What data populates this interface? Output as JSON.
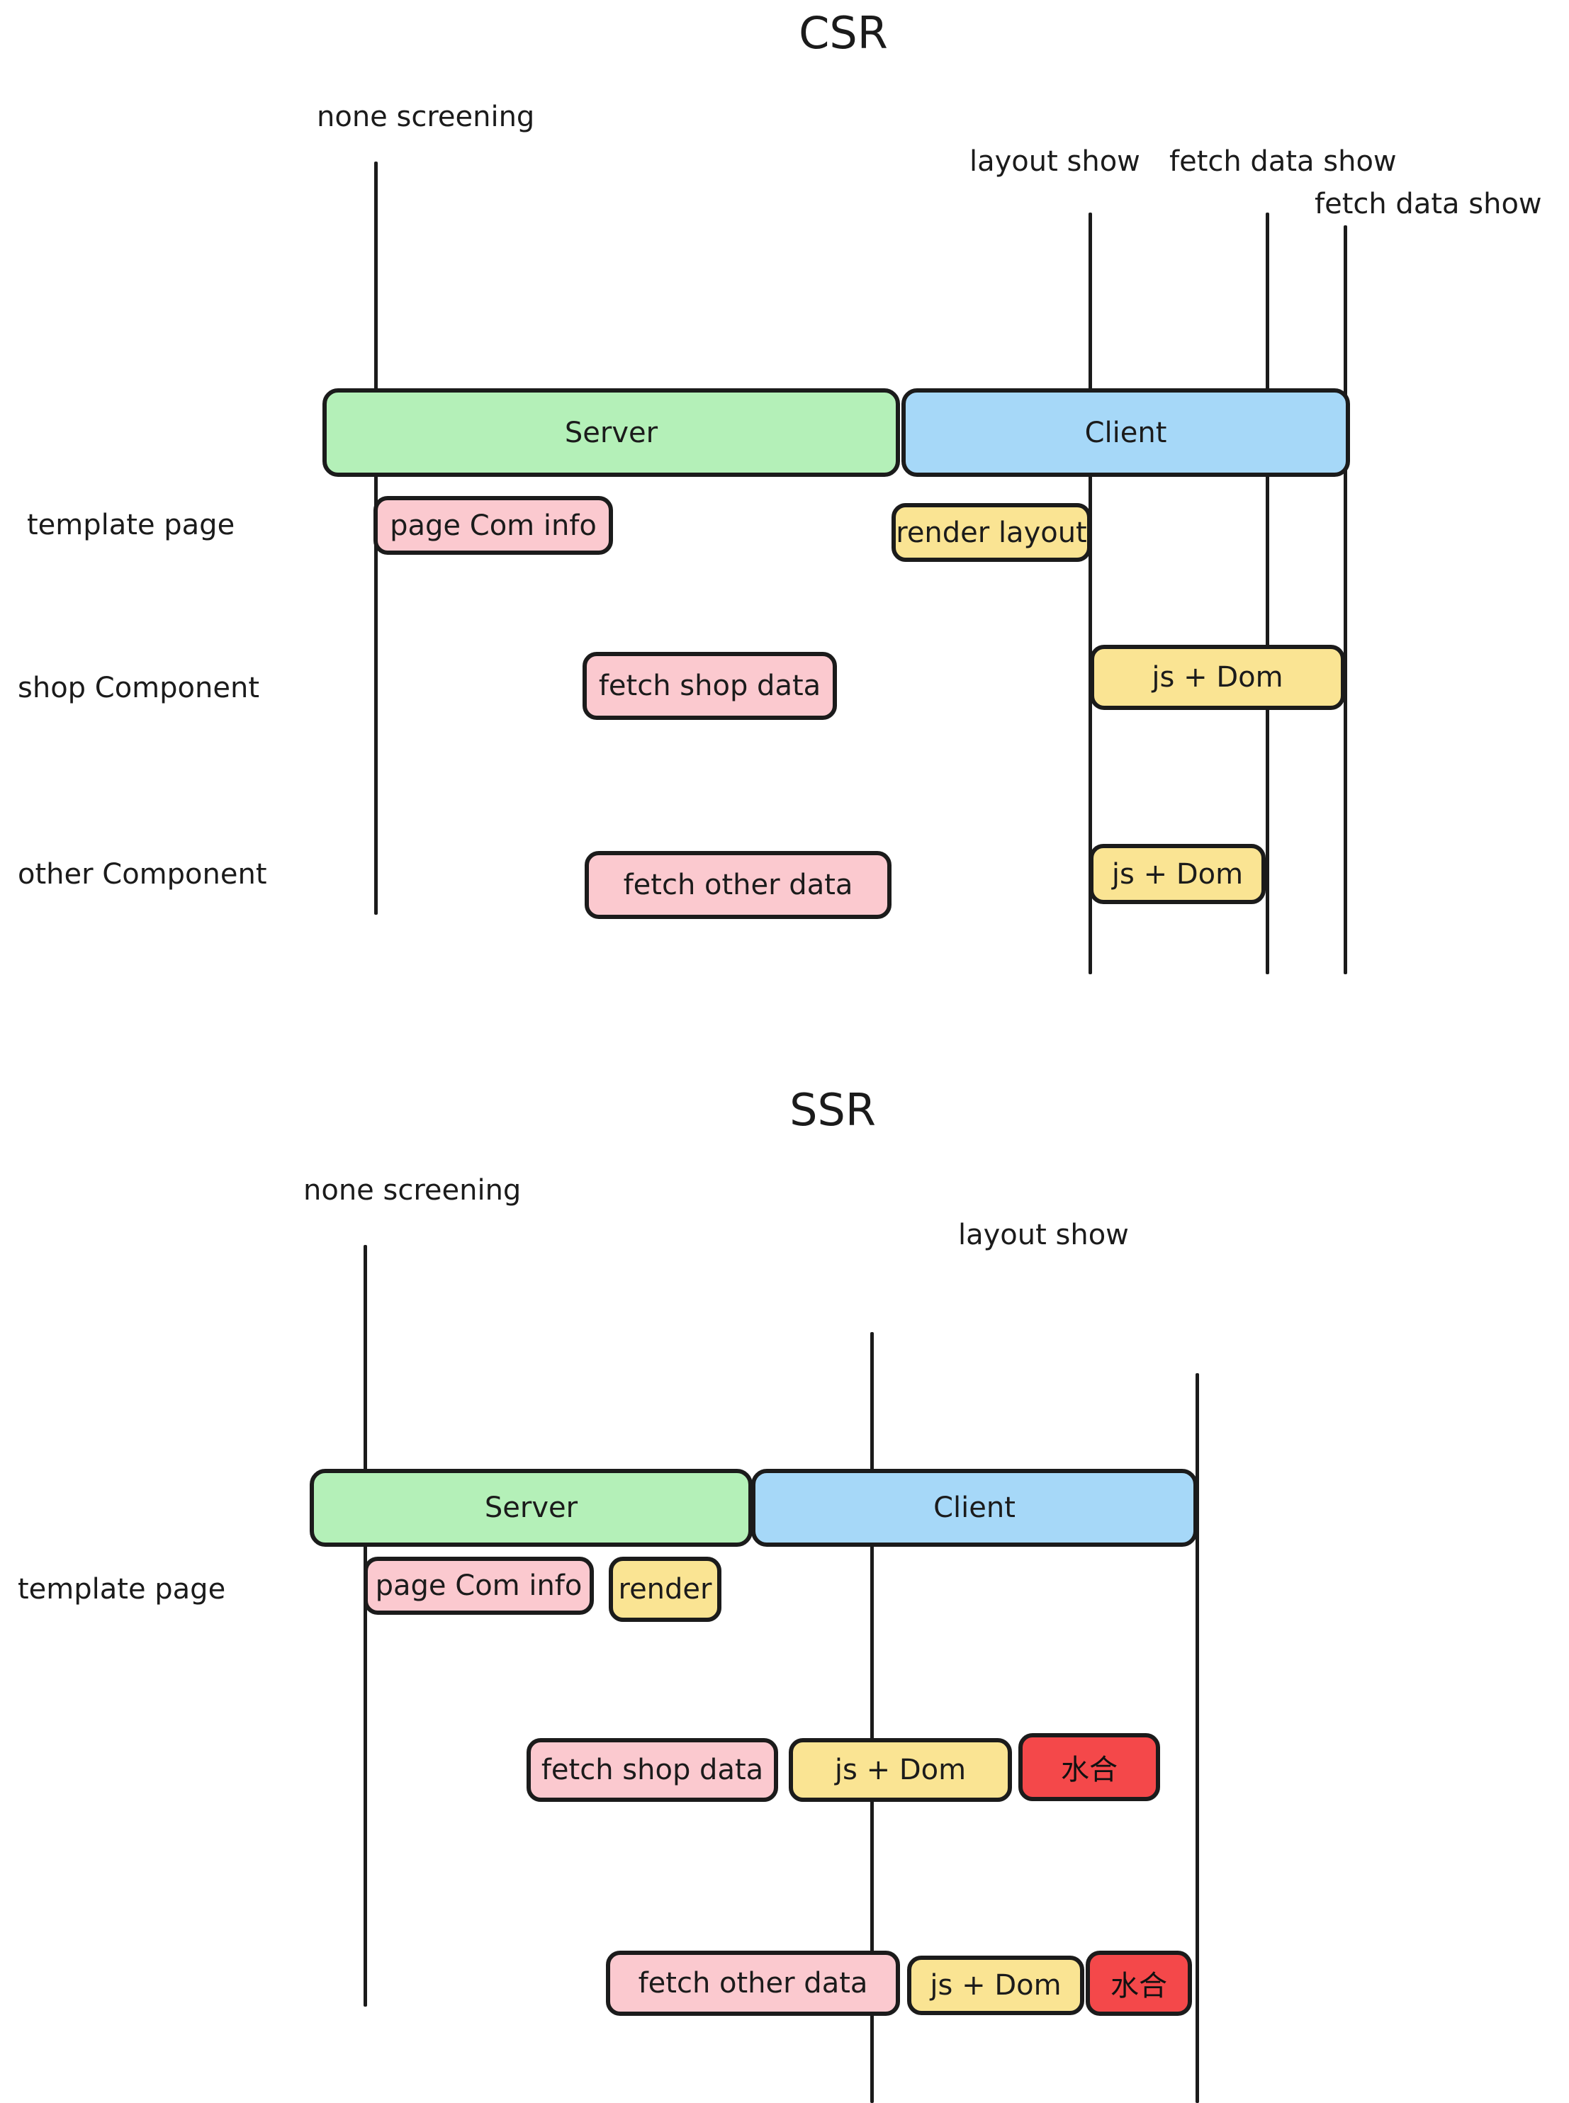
{
  "sections": [
    {
      "id": "csr",
      "title": "CSR",
      "markers": [
        {
          "label": "none screening"
        },
        {
          "label": "layout show"
        },
        {
          "label": "fetch data show"
        },
        {
          "label": "fetch data show"
        }
      ],
      "row_labels": [
        "template page",
        "shop Component",
        "other Component"
      ],
      "phases": [
        {
          "label": "Server",
          "color": "#b4f0b8"
        },
        {
          "label": "Client",
          "color": "#a6d8f8"
        }
      ],
      "tasks": [
        {
          "row": "template page",
          "label": "page Com info",
          "kind": "pink"
        },
        {
          "row": "template page",
          "label": "render layout",
          "kind": "yellow"
        },
        {
          "row": "shop Component",
          "label": "fetch shop data",
          "kind": "pink"
        },
        {
          "row": "shop Component",
          "label": "js + Dom",
          "kind": "yellow"
        },
        {
          "row": "other Component",
          "label": "fetch other data",
          "kind": "pink"
        },
        {
          "row": "other Component",
          "label": "js + Dom",
          "kind": "yellow"
        }
      ]
    },
    {
      "id": "ssr",
      "title": "SSR",
      "markers": [
        {
          "label": "none screening"
        },
        {
          "label": "layout show"
        }
      ],
      "row_labels": [
        "template page"
      ],
      "phases": [
        {
          "label": "Server",
          "color": "#b4f0b8"
        },
        {
          "label": "Client",
          "color": "#a6d8f8"
        }
      ],
      "tasks": [
        {
          "row": "template page",
          "label": "page Com info",
          "kind": "pink"
        },
        {
          "row": "template page",
          "label": "render",
          "kind": "yellow"
        },
        {
          "row": "shop",
          "label": "fetch shop data",
          "kind": "pink"
        },
        {
          "row": "shop",
          "label": "js + Dom",
          "kind": "yellow"
        },
        {
          "row": "shop",
          "label": "水合",
          "kind": "red"
        },
        {
          "row": "other",
          "label": "fetch other data",
          "kind": "pink"
        },
        {
          "row": "other",
          "label": "js + Dom",
          "kind": "yellow"
        },
        {
          "row": "other",
          "label": "水合",
          "kind": "red"
        }
      ]
    }
  ],
  "colors": {
    "ink": "#1b1b1b",
    "green": "#b4f0b8",
    "blue": "#a6d8f8",
    "pink": "#fbc9cf",
    "yellow": "#fae493",
    "red": "#f4484a"
  }
}
